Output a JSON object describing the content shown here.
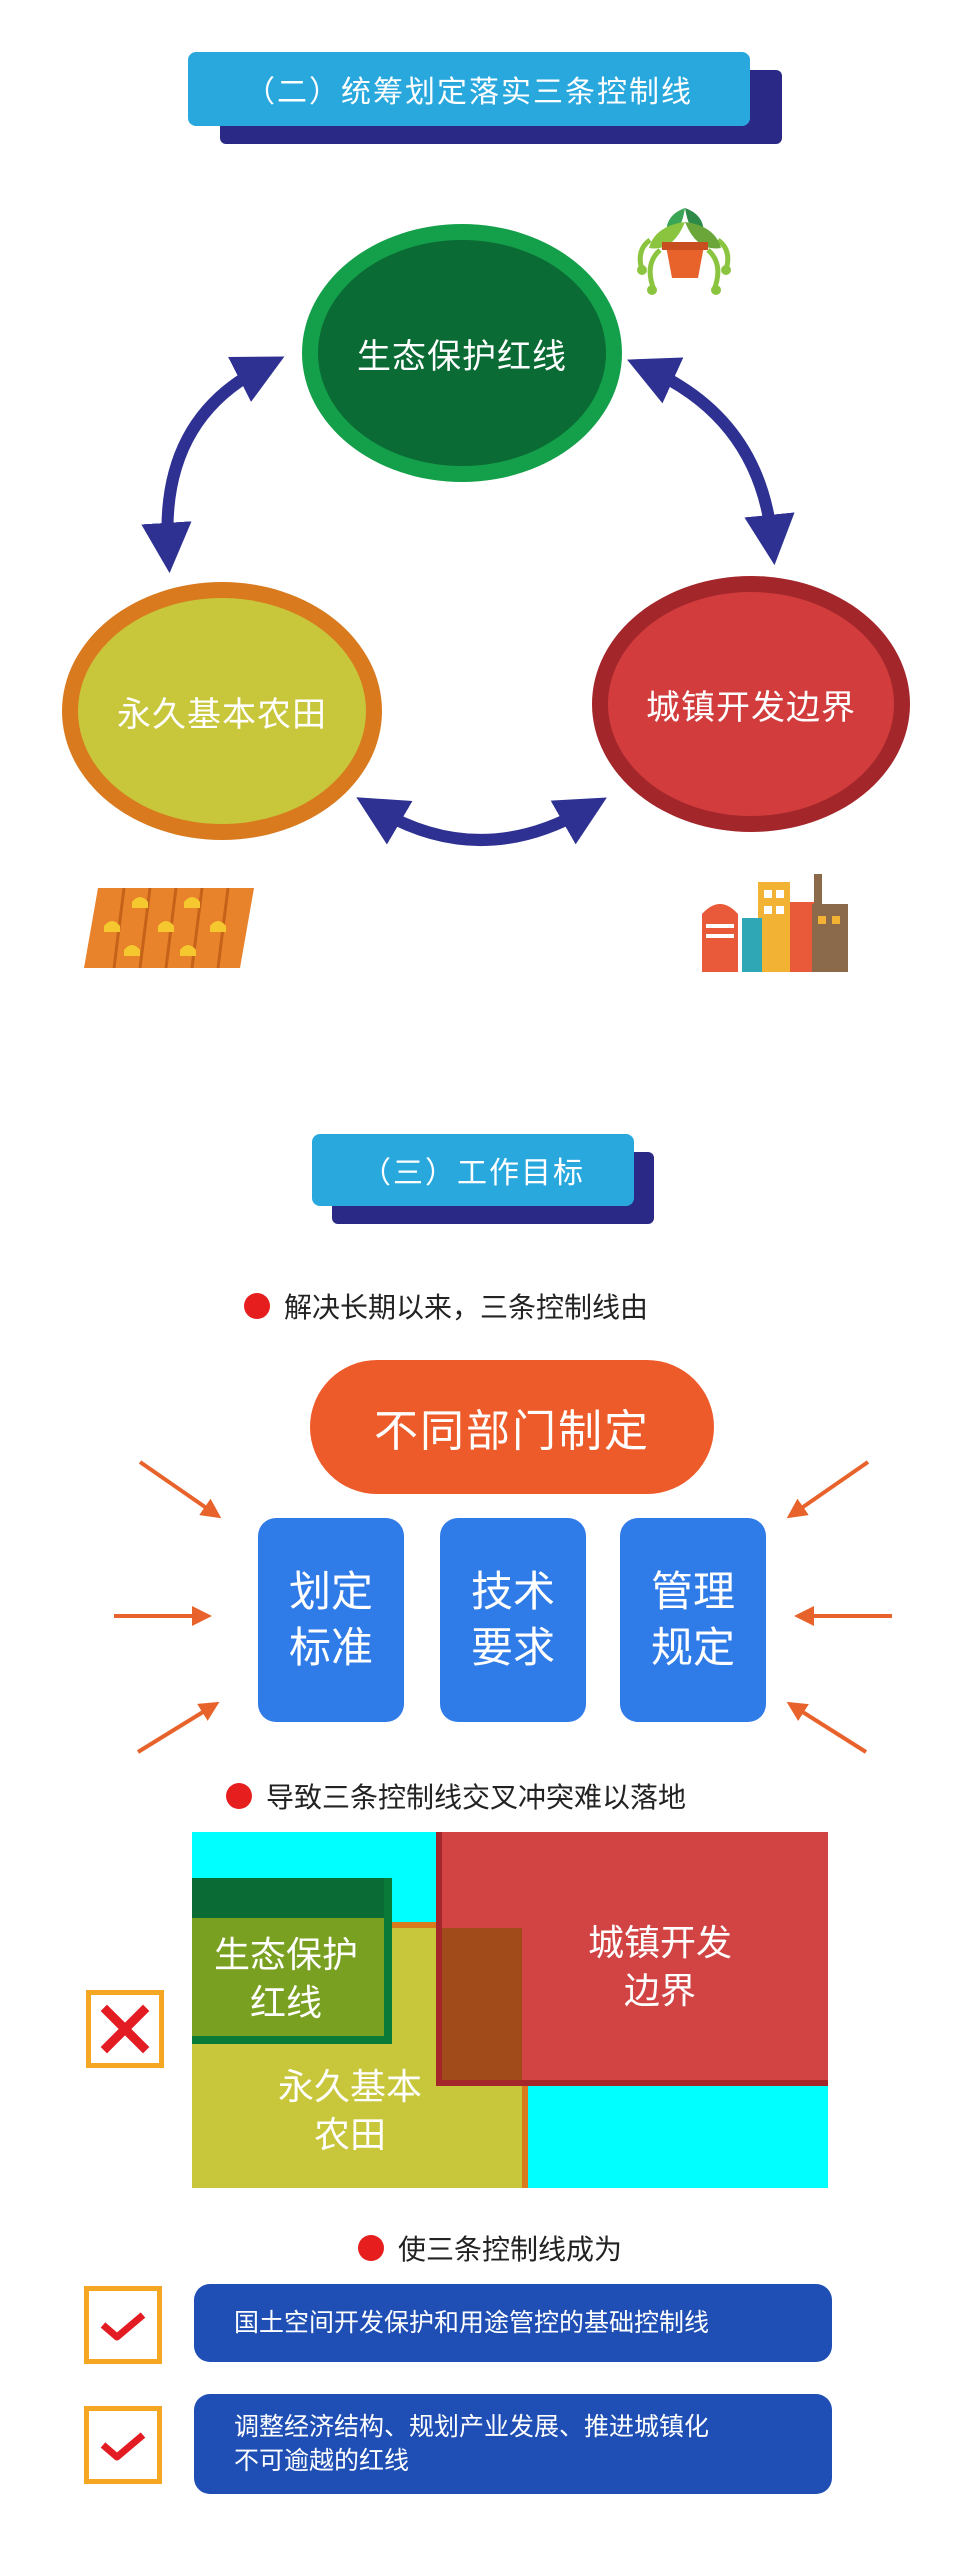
{
  "section2": {
    "title": "（二）统筹划定落实三条控制线"
  },
  "lines": {
    "ecology": "生态保护红线",
    "farmland": "永久基本农田",
    "urban": "城镇开发边界"
  },
  "section3": {
    "title": "（三）工作目标"
  },
  "bullets": {
    "b1": "解决长期以来，三条控制线由",
    "b2": "导致三条控制线交叉冲突难以落地",
    "b3": "使三条控制线成为"
  },
  "pill": "不同部门制定",
  "cards": [
    {
      "line1": "划定",
      "line2": "标准"
    },
    {
      "line1": "技术",
      "line2": "要求"
    },
    {
      "line1": "管理",
      "line2": "规定"
    }
  ],
  "overlap": {
    "ecology_l1": "生态保护",
    "ecology_l2": "红线",
    "farmland_l1": "永久基本",
    "farmland_l2": "农田",
    "urban_l1": "城镇开发",
    "urban_l2": "边界"
  },
  "goals": {
    "g1": "国土空间开发保护和用途管控的基础控制线",
    "g2_l1": "调整经济结构、规划产业发展、推进城镇化",
    "g2_l2": "不可逾越的红线"
  },
  "colors": {
    "header": "#29a8de",
    "ecology": "#0d7a3e",
    "farmland": "#c8c63a",
    "urban": "#d23c3c",
    "arrow": "#2e3192",
    "pill": "#ee5b2a",
    "card": "#2f7be8",
    "cross": "#e31b23",
    "goal": "#1f4fb4"
  }
}
